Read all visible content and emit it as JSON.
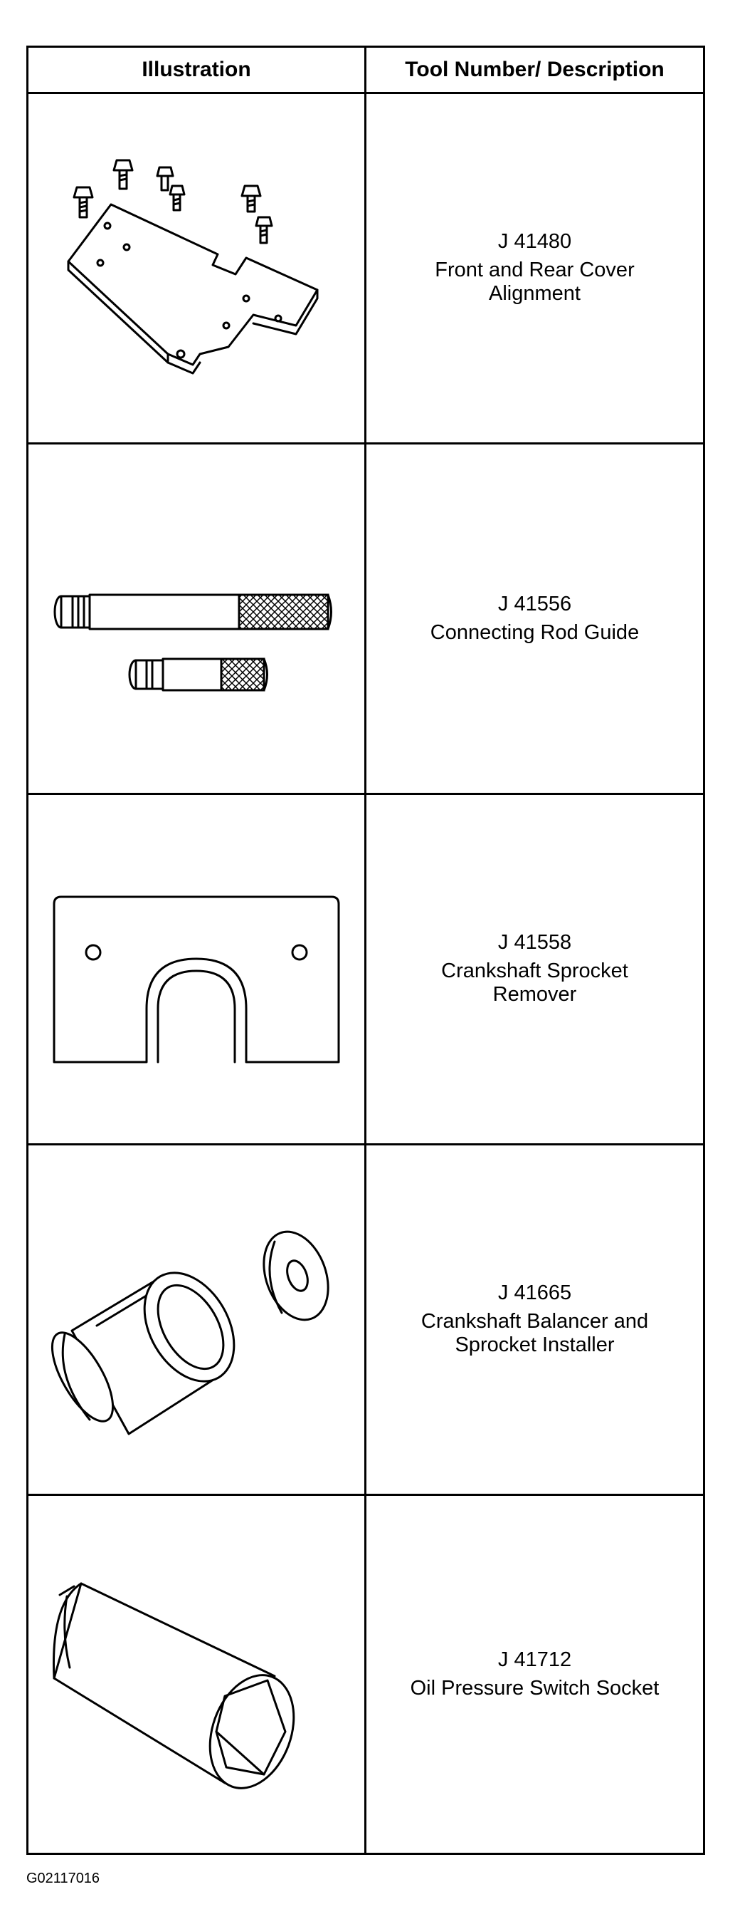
{
  "table": {
    "headers": {
      "illustration": "Illustration",
      "description": "Tool Number/ Description"
    },
    "rows": [
      {
        "tool_number": "J 41480",
        "description": "Front and Rear Cover\nAlignment",
        "illustration_icon": "cover-alignment-plate-with-bolts"
      },
      {
        "tool_number": "J 41556",
        "description": "Connecting Rod Guide",
        "illustration_icon": "connecting-rod-guide-pins"
      },
      {
        "tool_number": "J 41558",
        "description": "Crankshaft Sprocket\nRemover",
        "illustration_icon": "sprocket-remover-plate"
      },
      {
        "tool_number": "J 41665",
        "description": "Crankshaft Balancer and\nSprocket Installer",
        "illustration_icon": "balancer-installer-sleeve-and-washer"
      },
      {
        "tool_number": "J 41712",
        "description": "Oil Pressure Switch Socket",
        "illustration_icon": "oil-pressure-switch-socket"
      }
    ]
  },
  "figure_code": "G02117016"
}
